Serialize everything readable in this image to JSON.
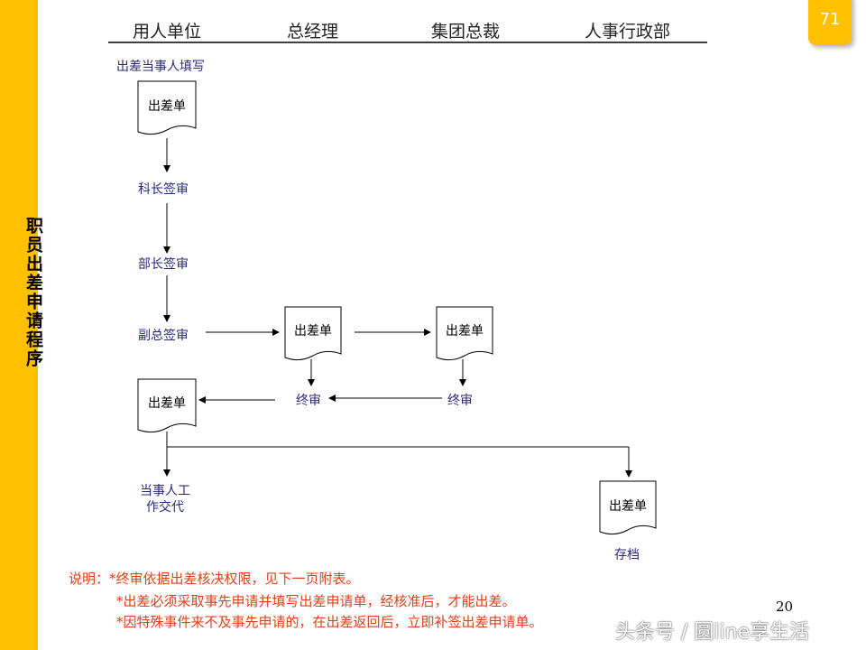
{
  "side_title": "职员出差申请程序",
  "slide_badge": "71",
  "headers": [
    "用人单位",
    "总经理",
    "集团总裁",
    "人事行政部"
  ],
  "nodes": {
    "fill_label": "出差当事人填写",
    "doc_label": "出差单",
    "section_chief": "科长签审",
    "dept_head": "部长签审",
    "vice_gm": "副总签审",
    "final_review": "终审",
    "handover_1": "当事人工",
    "handover_2": "作交代",
    "archive": "存档"
  },
  "notes": [
    "说明：*终审依据出差核决权限，见下一页附表。",
    "*出差必须采取事先申请并填写出差申请单，经核准后，才能出差。",
    "*因特殊事件来不及事先申请的，在出差返回后，立即补签出差申请单。"
  ],
  "page_number": "20",
  "watermark": "头条号 / 圆line享生活"
}
